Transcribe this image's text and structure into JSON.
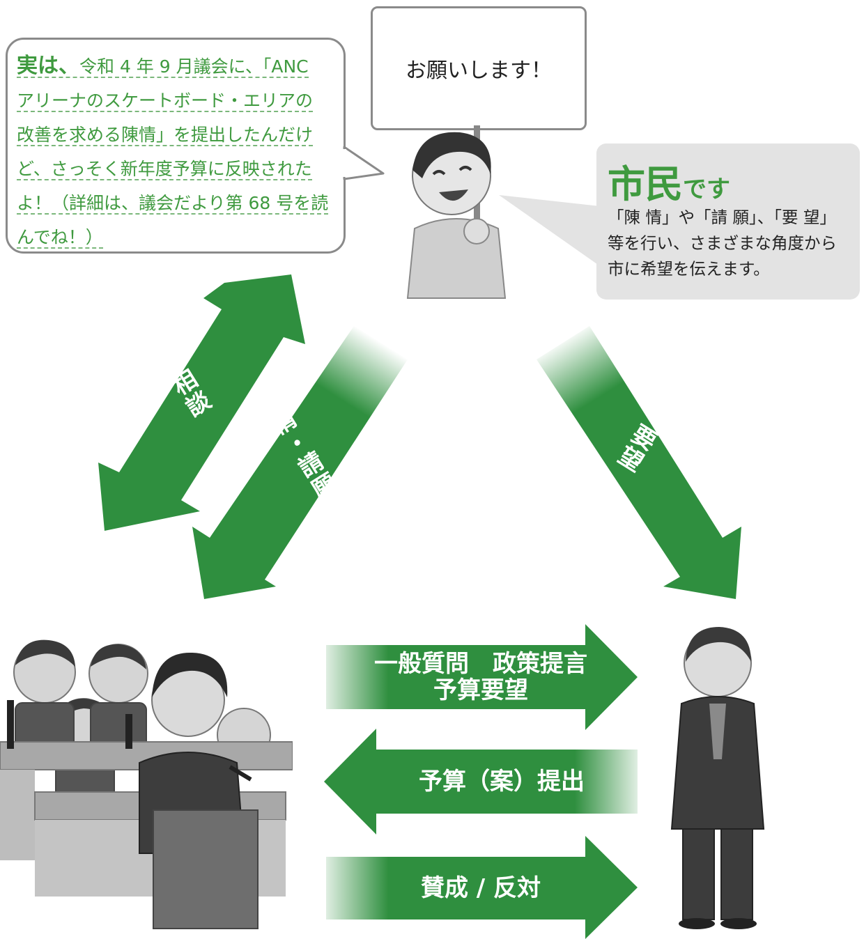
{
  "speech_bubble": {
    "lead": "実は、",
    "lines": [
      "令和 4 年 9 月議会に、「ANC",
      "アリーナのスケートボード・エリアの",
      "改善を求める陳情」を提出したんだけ",
      "ど、さっそく新年度予算に反映された",
      "よ！（詳細は、議会だより第 68 号を読",
      "んでね！）"
    ]
  },
  "placard": {
    "text": "お願いします！"
  },
  "citizen": {
    "title": "市民",
    "title_suffix": "です",
    "description": "「陳 情」や「請 願」、「要 望」等を行い、さまざまな角度から市に希望を伝えます。"
  },
  "arrows": {
    "consult": "相談",
    "petition": "陳情・請願",
    "request": "要望",
    "general_question_line1": "一般質問　政策提言",
    "general_question_line2": "予算要望",
    "budget_submission": "予算（案）提出",
    "vote": "賛成 / 反対"
  },
  "colors": {
    "arrow_green": "#2f8f3f",
    "text_green": "#3f9a3f",
    "info_bg": "#e3e3e3"
  }
}
